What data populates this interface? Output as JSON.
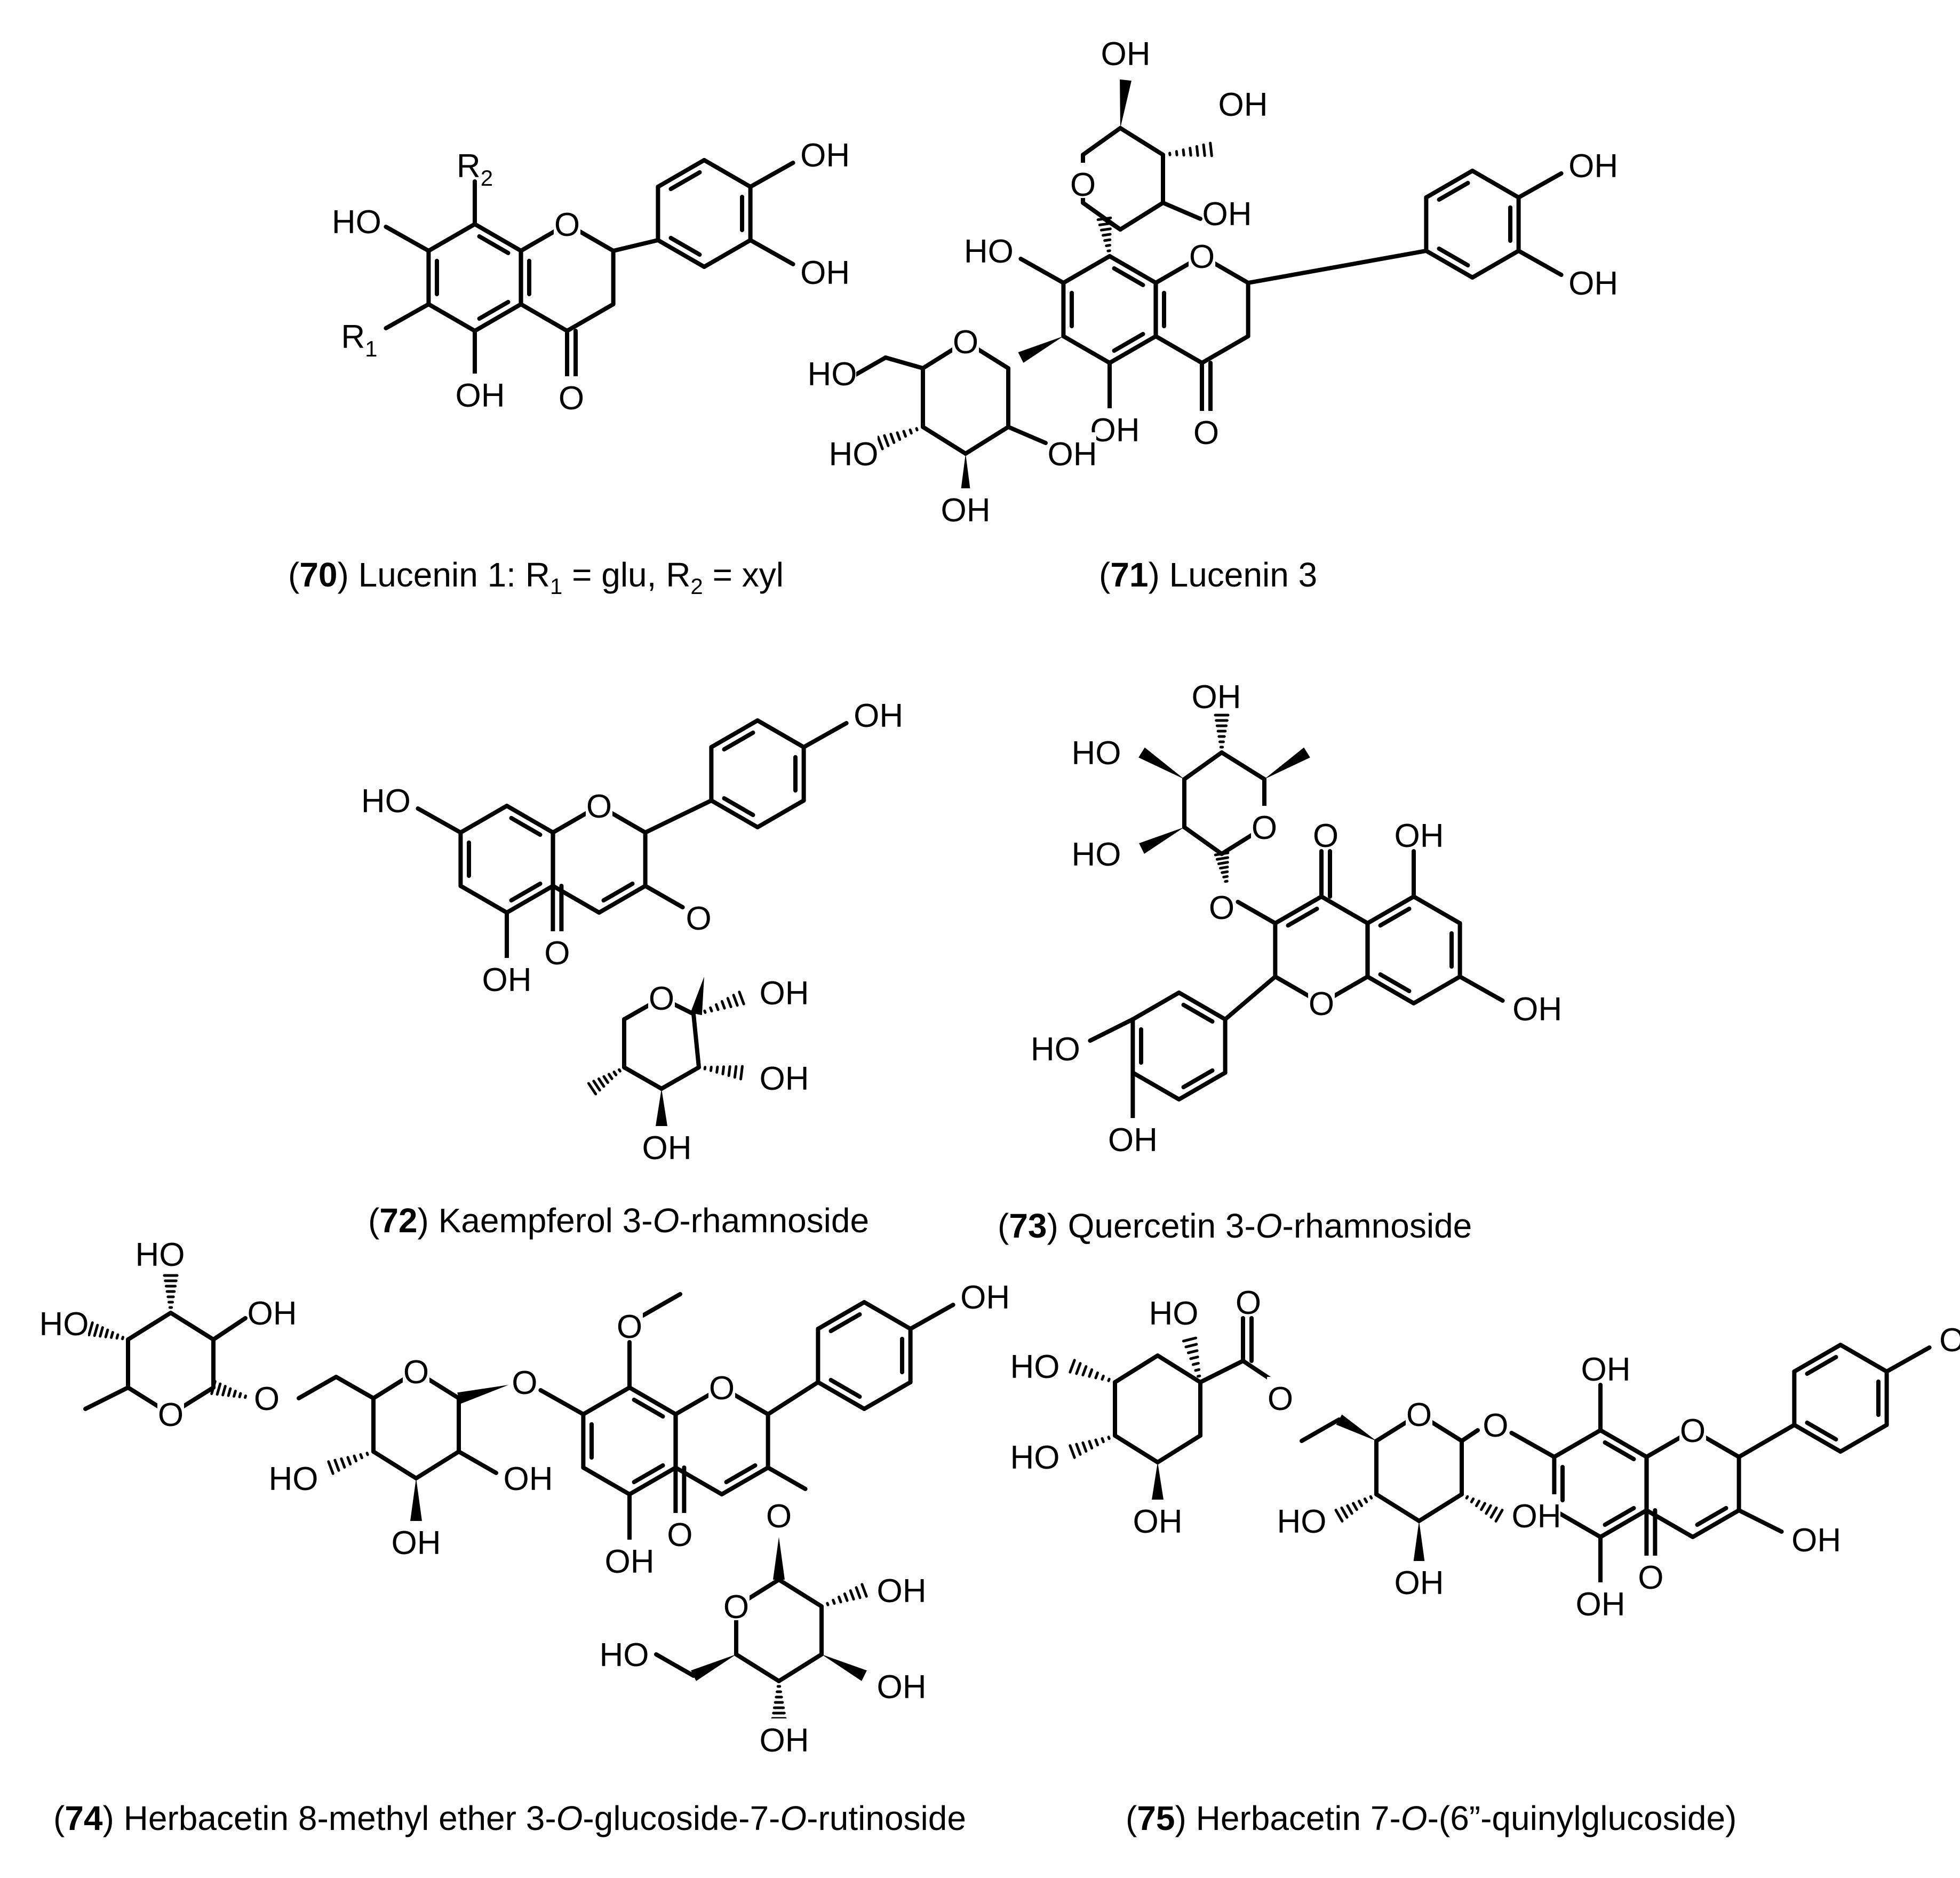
{
  "compounds": [
    {
      "number": "70",
      "name": "Lucenin 1: R",
      "tail": " = glu, R",
      "tail2": " = xyl",
      "sub1": "1",
      "sub2": "2"
    },
    {
      "number": "71",
      "name": "Lucenin 3"
    },
    {
      "number": "72",
      "name_pre": "Kaempferol 3-",
      "name_ital": "O",
      "name_post": "-rhamnoside"
    },
    {
      "number": "73",
      "name_pre": "Quercetin 3-",
      "name_ital": "O",
      "name_post": "-rhamnoside"
    },
    {
      "number": "74",
      "name_pre": "Herbacetin 8-methyl ether 3-",
      "name_ital": "O",
      "name_mid": "-glucoside-7-",
      "name_ital2": "O",
      "name_post": "-rutinoside"
    },
    {
      "number": "75",
      "name_pre": "Herbacetin 7-",
      "name_ital": "O",
      "name_post": "-(6”-quinylglucoside)"
    }
  ],
  "atom_labels": {
    "oh": "OH",
    "ho": "HO",
    "o": "O",
    "r": "R",
    "r1_sub": "1",
    "r2_sub": "2"
  }
}
